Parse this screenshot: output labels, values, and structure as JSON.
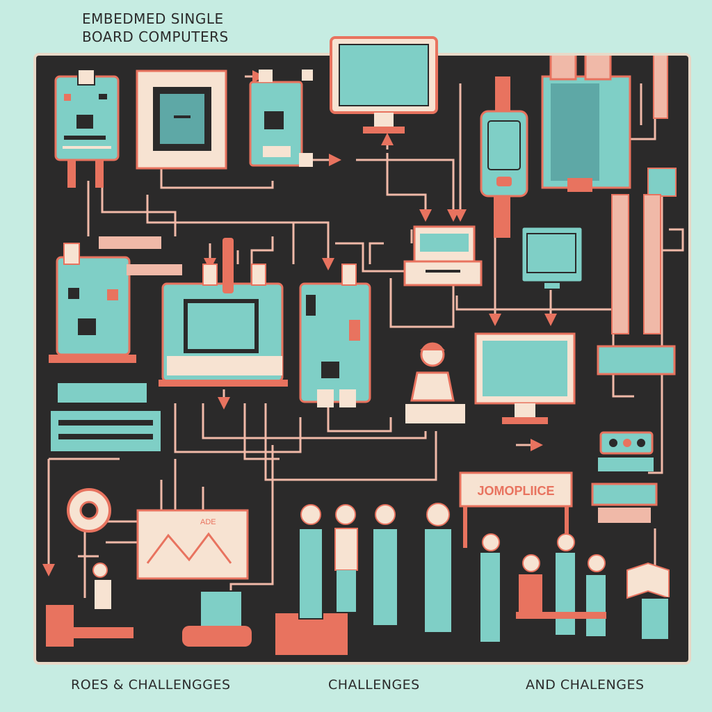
{
  "title": {
    "line1": "EMBEDMED SINGLE",
    "line2": "BOARD COMPUTERS"
  },
  "signboard": {
    "label": "JOMOPLIICE"
  },
  "whiteboard": {
    "label": "ADE"
  },
  "captions": {
    "left": "ROES & CHALLENGGES",
    "center": "CHALLENGES",
    "right": "AND CHALENGES"
  },
  "colors": {
    "background": "#c6ece2",
    "board": "#2b2a2a",
    "teal": "#7fcfc6",
    "coral": "#e8735f",
    "cream": "#f7e3d2",
    "wire": "#f0b9a8"
  }
}
